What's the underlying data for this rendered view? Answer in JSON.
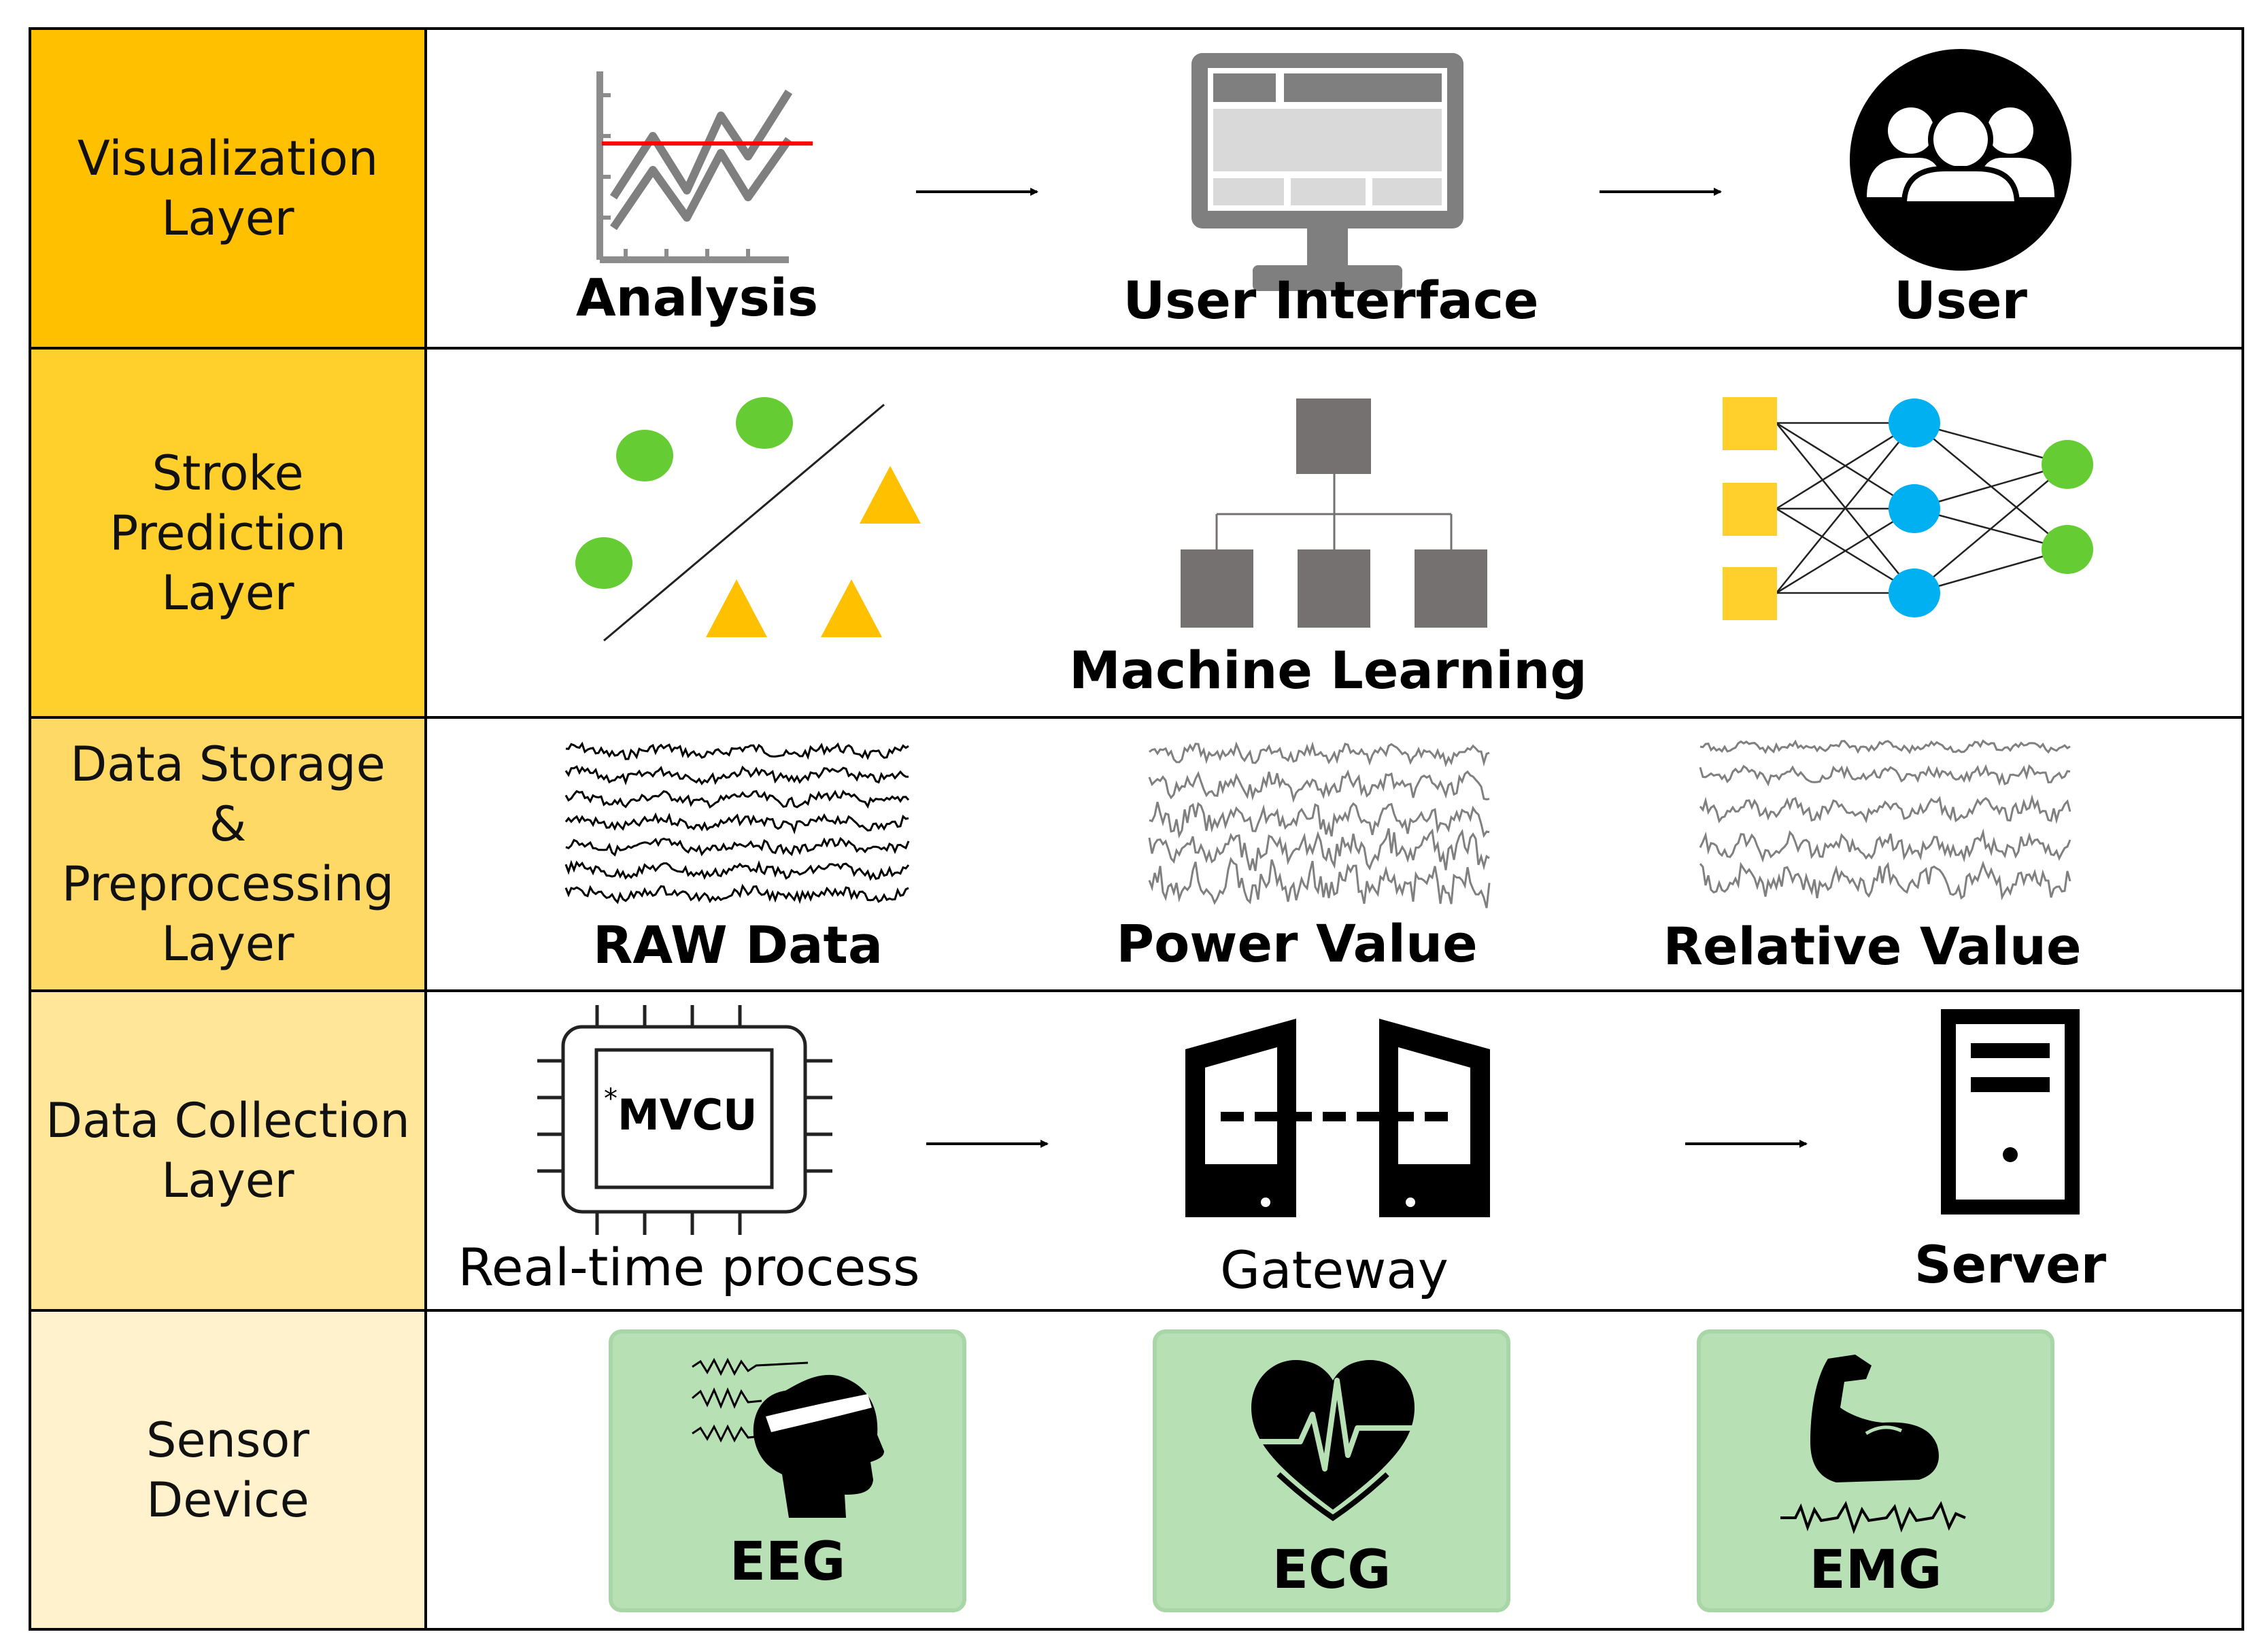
{
  "layers": [
    {
      "id": "visualization",
      "lines": [
        "Visualization",
        "Layer"
      ],
      "color": "#FFC000"
    },
    {
      "id": "stroke-prediction",
      "lines": [
        "Stroke",
        "Prediction",
        "Layer"
      ],
      "color": "#FFD02B"
    },
    {
      "id": "data-storage",
      "lines": [
        "Data  Storage",
        "&",
        "Preprocessing",
        "Layer"
      ],
      "color": "#FFD966"
    },
    {
      "id": "data-collection",
      "lines": [
        "Data  Collection",
        "Layer"
      ],
      "color": "#FFE699"
    },
    {
      "id": "sensor-device",
      "lines": [
        "Sensor",
        "Device"
      ],
      "color": "#FFF2CC"
    }
  ],
  "visualization": {
    "analysis_label": "Analysis",
    "ui_label": "User Interface",
    "user_label": "User"
  },
  "prediction": {
    "ml_label": "Machine Learning"
  },
  "storage": {
    "raw_label": "RAW Data",
    "power_label": "Power Value",
    "relative_label": "Relative Value"
  },
  "collection": {
    "mvcu_star": "*",
    "mvcu_text": "MVCU",
    "realtime_label": "Real-time process",
    "gateway_label": "Gateway",
    "server_label": "Server"
  },
  "sensors": {
    "eeg_label": "EEG",
    "ecg_label": "ECG",
    "emg_label": "EMG"
  },
  "colors": {
    "badge_green": "#B7E1B5",
    "dot_green": "#66CC33",
    "triangle_orange": "#FFC000",
    "nn_input_yellow": "#FFD02B",
    "nn_hidden_blue": "#00B0F0",
    "tree_gray": "#767171",
    "red_threshold": "#FF0000"
  }
}
